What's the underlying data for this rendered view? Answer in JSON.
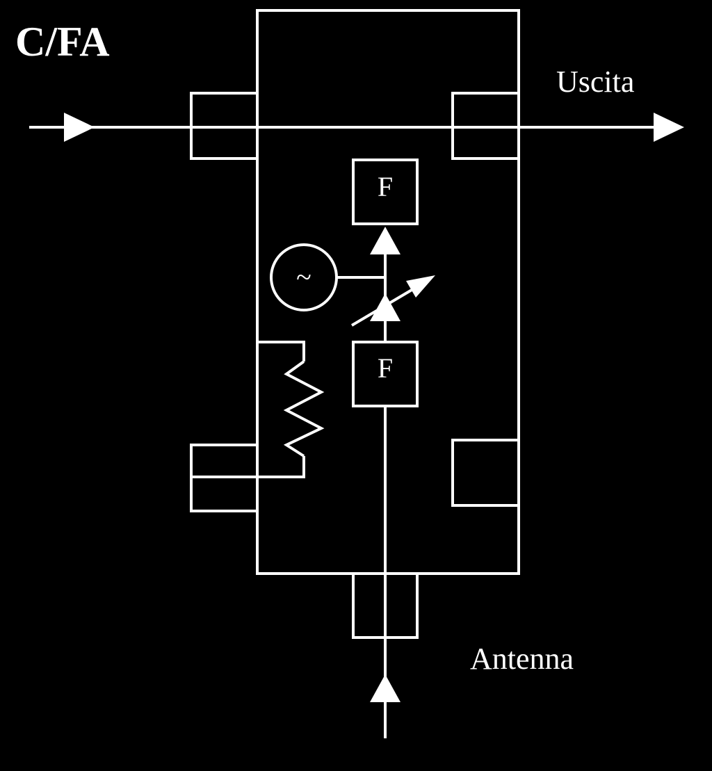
{
  "diagram": {
    "title": "C/FA",
    "output_label": "Uscita",
    "antenna_label": "Antenna",
    "filter_upper_label": "F",
    "filter_lower_label": "F",
    "oscillator_symbol": "~"
  },
  "colors": {
    "background": "#000000",
    "foreground": "#ffffff"
  }
}
